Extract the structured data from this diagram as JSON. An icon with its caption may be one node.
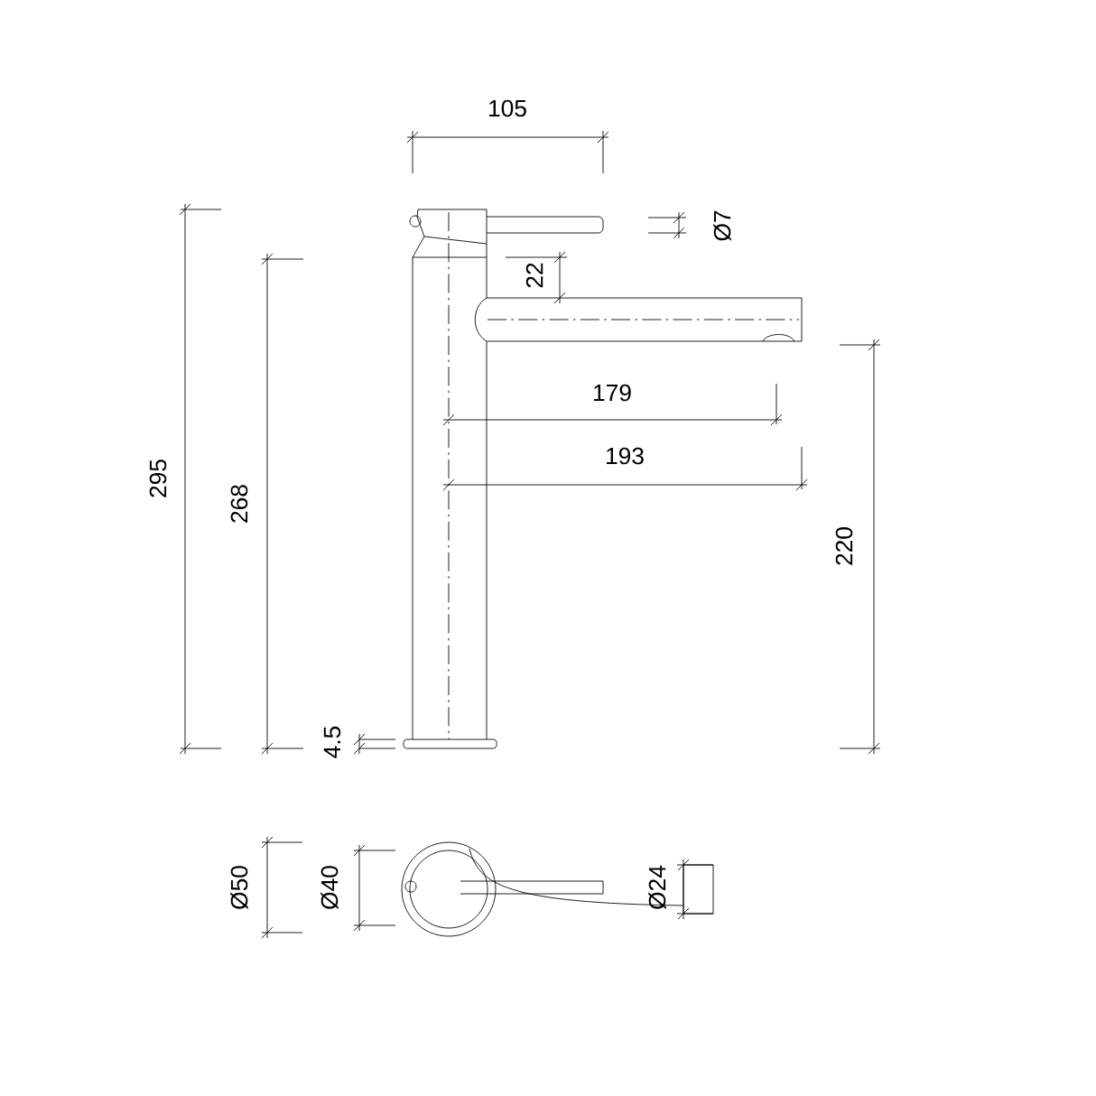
{
  "diagram": {
    "labels": [
      "105",
      "Ø7",
      "22",
      "295",
      "268",
      "179",
      "193",
      "220",
      "4.5",
      "Ø50",
      "Ø40",
      "Ø24"
    ]
  }
}
